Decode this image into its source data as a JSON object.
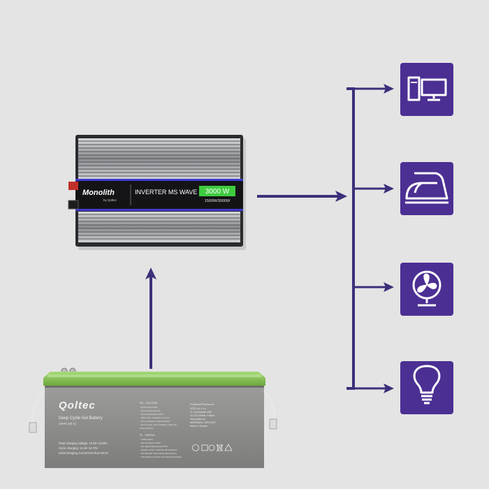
{
  "colors": {
    "background": "#e4e4e4",
    "arrow": "#3d2f7a",
    "icon_tile": "#4b2f93",
    "icon_stroke": "#ffffff",
    "inverter_accent": "#3f3ad1",
    "inverter_label_green": "#3ecb3e",
    "battery_body": "#8d8e8c",
    "battery_lid": "#8ecc58"
  },
  "inverter": {
    "brand": "Monolith",
    "brand_sub": "by Qoltec",
    "model": "INVERTER MS WAVE",
    "power": "3000 W",
    "rating": "1500W/3000W"
  },
  "battery": {
    "brand": "Qoltec",
    "title": "Deep Cycle Gel Battery",
    "subtitle": "10HR (25 C)",
    "caution_heading": "EN - CAUTION:",
    "caution_lines": [
      "- Avoid short circuit",
      "- Do not throw into fire",
      "- Do not heat above 50°C",
      "- Risk of fire, explosion or burns",
      "- Do not charge a leaking battery",
      "- Do not open case of battery under any",
      "  circumstances"
    ],
    "pl_heading": "PL - UWAGA:",
    "pl_lines": [
      "- Unikaj zwarć",
      "- Nie wrzucaj do ognia",
      "- Nie nagrzewaj powyżej 50°C",
      "- Ryzyko pożaru, wybuchu lub poparzeń",
      "- Nie ładować nieszczelnej akumulatora",
      "- Pod żadnym pozorem nie otwieraj obudowy"
    ],
    "producer_heading": "Producer/Producent:",
    "producer_lines": [
      "NTEC sp. z o.o.",
      "ul. Chorzowska 44B,",
      "44-100 Gliwice, Poland",
      "www.qoltec.eu",
      "WEEE/BDO: 000131487",
      "Made in Vietnam"
    ],
    "spec_lines": [
      "Float charging voltage: 13.50~13.80V",
      "Cycle charging: 14.40~14.70V",
      "Initial charging current less than 60.0A"
    ]
  },
  "devices": [
    {
      "icon": "computer-icon"
    },
    {
      "icon": "iron-icon"
    },
    {
      "icon": "fan-icon"
    },
    {
      "icon": "lightbulb-icon"
    }
  ]
}
